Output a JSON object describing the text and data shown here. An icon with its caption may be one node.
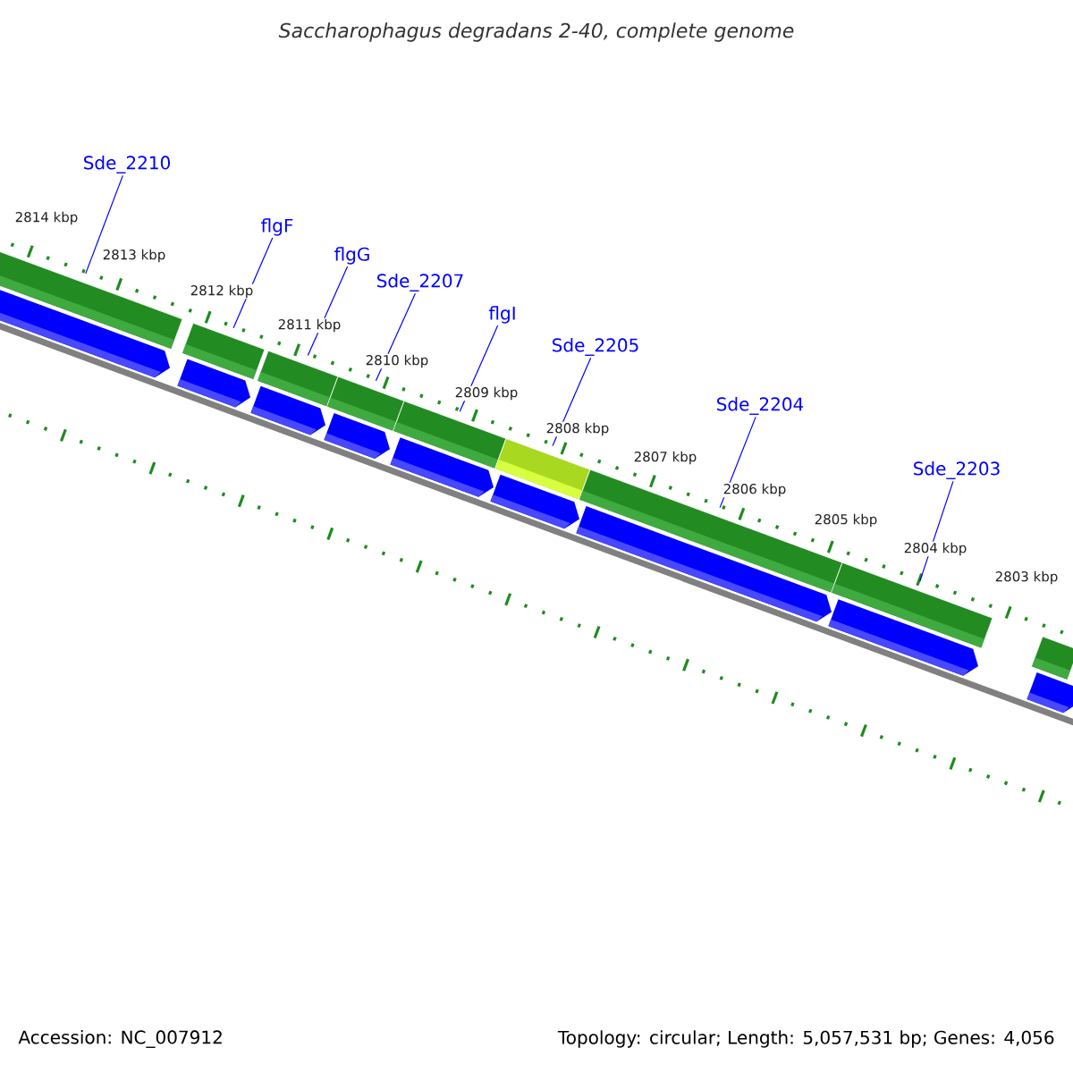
{
  "diagram": {
    "title": "Saccharophagus degradans 2-40, complete genome",
    "nodes": [
      {
        "text": [
          "Sde_2210"
        ]
      },
      {
        "text": [
          "flgF"
        ]
      },
      {
        "text": [
          "flgG"
        ]
      },
      {
        "text": [
          "Sde_2207"
        ]
      },
      {
        "text": [
          "flgI"
        ]
      },
      {
        "text": [
          "Sde_2205"
        ]
      },
      {
        "text": [
          "Sde_2204"
        ]
      },
      {
        "text": [
          "Sde_2203"
        ]
      },
      {
        "text": [],
        "shape": "bar"
      },
      {
        "text": [],
        "shape": "bar"
      },
      {
        "text": [],
        "shape": "bar"
      },
      {
        "text": [],
        "shape": "bar"
      },
      {
        "text": [],
        "shape": "bar"
      },
      {
        "text": [],
        "shape": "bar"
      },
      {
        "text": [],
        "shape": "bar"
      },
      {
        "text": [],
        "shape": "bar"
      },
      {
        "text": [],
        "shape": "bar"
      },
      {
        "text": [],
        "shape": "arrow"
      },
      {
        "text": [],
        "shape": "arrow"
      },
      {
        "text": [],
        "shape": "arrow"
      },
      {
        "text": [],
        "shape": "arrow"
      },
      {
        "text": [],
        "shape": "arrow"
      },
      {
        "text": [],
        "shape": "arrow"
      },
      {
        "text": [],
        "shape": "arrow"
      },
      {
        "text": [],
        "shape": "arrow"
      },
      {
        "text": [],
        "shape": "arrow"
      }
    ],
    "edges": [
      {
        "from": 0,
        "to": 8,
        "arrow": "none"
      },
      {
        "from": 1,
        "to": 9,
        "arrow": "none"
      },
      {
        "from": 2,
        "to": 10,
        "arrow": "none"
      },
      {
        "from": 3,
        "to": 11,
        "arrow": "none"
      },
      {
        "from": 4,
        "to": 12,
        "arrow": "none"
      },
      {
        "from": 5,
        "to": 13,
        "arrow": "none"
      },
      {
        "from": 6,
        "to": 14,
        "arrow": "none"
      },
      {
        "from": 7,
        "to": 15,
        "arrow": "none"
      }
    ],
    "labels": [
      "2814 kbp",
      "2813 kbp",
      "2812 kbp",
      "2811 kbp",
      "2810 kbp",
      "2809 kbp",
      "2808 kbp",
      "2807 kbp",
      "2806 kbp",
      "2805 kbp",
      "2804 kbp",
      "2803 kbp",
      "Accession: NC_007912",
      "Topology: circular; Length: 5,057,531 bp; Genes: 4,056"
    ]
  }
}
